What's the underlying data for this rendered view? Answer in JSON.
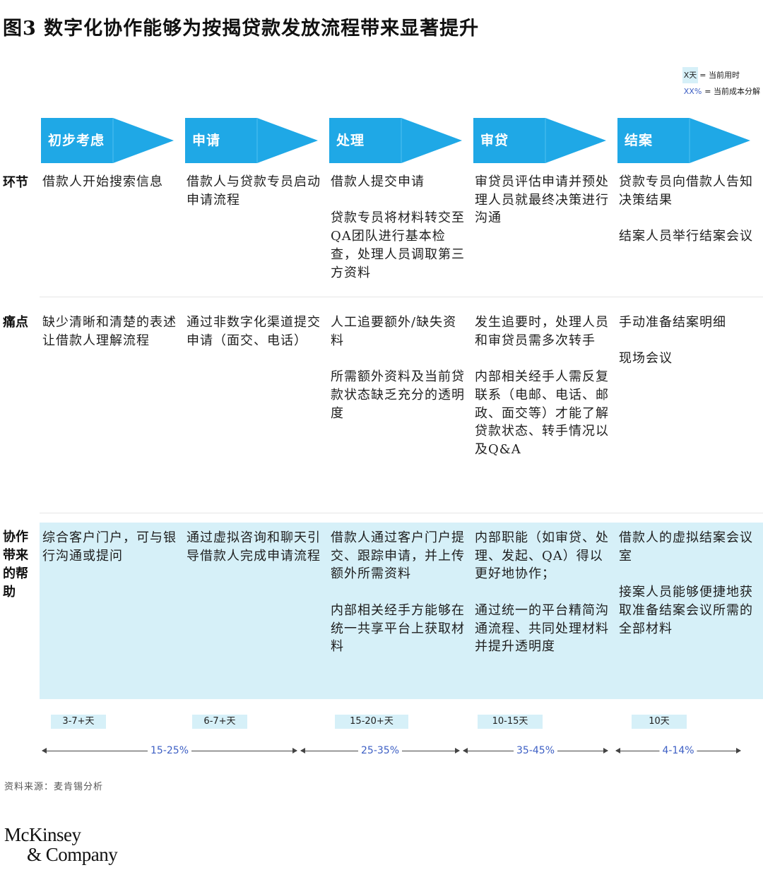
{
  "title": "图3 数字化协作能够为按揭贷款发放流程带来显著提升",
  "legend": {
    "days_key": "X天",
    "days_desc": "= 当前用时",
    "cost_key": "XX%",
    "cost_desc": "= 当前成本分解"
  },
  "colors": {
    "banner": "#1fa8e6",
    "help_bg": "#d6f0f8",
    "cost_text": "#3d5fc4"
  },
  "row_labels": {
    "stage": "环节",
    "pain": "痛点",
    "help": "协作带来的帮助"
  },
  "columns": [
    {
      "name": "初步考虑",
      "stage": [
        "借款人开始搜索信息"
      ],
      "pain": [
        "缺少清晰和清楚的表述让借款人理解流程"
      ],
      "help": [
        "综合客户门户，可与银行沟通或提问"
      ],
      "days": "3-7+天"
    },
    {
      "name": "申请",
      "stage": [
        "借款人与贷款专员启动申请流程"
      ],
      "pain": [
        "通过非数字化渠道提交申请（面交、电话）"
      ],
      "help": [
        "通过虚拟咨询和聊天引导借款人完成申请流程"
      ],
      "days": "6-7+天"
    },
    {
      "name": "处理",
      "stage": [
        "借款人提交申请",
        "贷款专员将材料转交至QA团队进行基本检查，处理人员调取第三方资料"
      ],
      "pain": [
        "人工追要额外/缺失资料",
        "所需额外资料及当前贷款状态缺乏充分的透明度"
      ],
      "help": [
        "借款人通过客户门户提交、跟踪申请，并上传额外所需资料",
        "内部相关经手方能够在统一共享平台上获取材料"
      ],
      "days": "15-20+天"
    },
    {
      "name": "审贷",
      "stage": [
        "审贷员评估申请并预处理人员就最终决策进行沟通"
      ],
      "pain": [
        "发生追要时，处理人员和审贷员需多次转手",
        "内部相关经手人需反复联系（电邮、电话、邮政、面交等）才能了解贷款状态、转手情况以及Q&A"
      ],
      "help": [
        "内部职能（如审贷、处理、发起、QA）得以更好地协作；",
        "通过统一的平台精简沟通流程、共同处理材料并提升透明度"
      ],
      "days": "10-15天"
    },
    {
      "name": "结案",
      "stage": [
        "贷款专员向借款人告知决策结果",
        "结案人员举行结案会议"
      ],
      "pain": [
        "手动准备结案明细",
        "现场会议"
      ],
      "help": [
        "借款人的虚拟结案会议室",
        "接案人员能够便捷地获取准备结案会议所需的全部材料"
      ],
      "days": "10天"
    }
  ],
  "costs": [
    "15-25%",
    "25-35%",
    "35-45%",
    "4-14%"
  ],
  "source": "资料来源：麦肯锡分析",
  "logo": {
    "line1": "McKinsey",
    "line2": "& Company"
  }
}
